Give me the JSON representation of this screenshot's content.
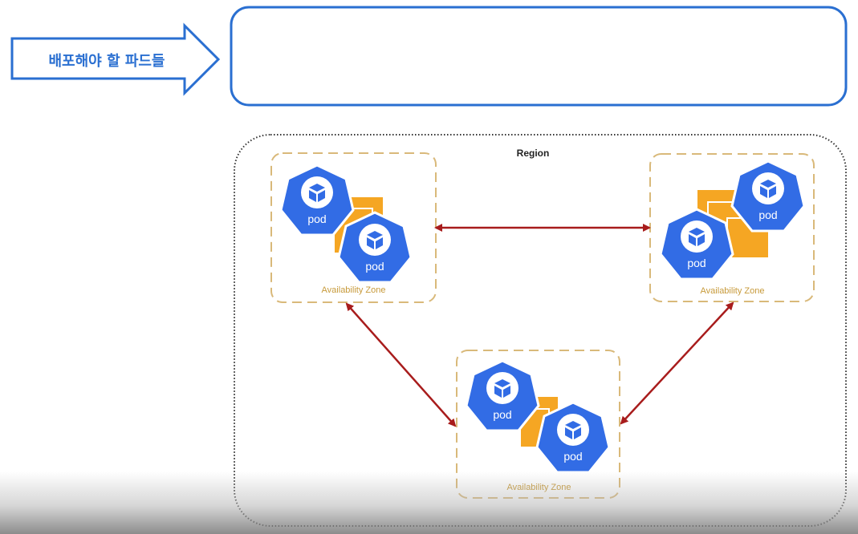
{
  "callout": {
    "arrow_label": "배포해야 할 파드들",
    "box_text": ""
  },
  "region": {
    "label": "Region"
  },
  "zones": [
    {
      "label": "Availability Zone",
      "pod_labels": [
        "pod",
        "pod"
      ]
    },
    {
      "label": "Availability Zone",
      "pod_labels": [
        "pod",
        "pod"
      ]
    },
    {
      "label": "Availability Zone",
      "pod_labels": [
        "pod",
        "pod"
      ]
    }
  ],
  "colors": {
    "accent_blue": "#2a6fd1",
    "pod_blue": "#326ce5",
    "zone_border": "#d9b97a",
    "zone_text": "#c79a3a",
    "node_orange": "#f5a623",
    "link_red": "#a81c1c",
    "region_border": "#333333"
  },
  "icons": {
    "pod": "kubernetes-pod-cube-icon",
    "node": "stacked-node-squares-icon"
  }
}
